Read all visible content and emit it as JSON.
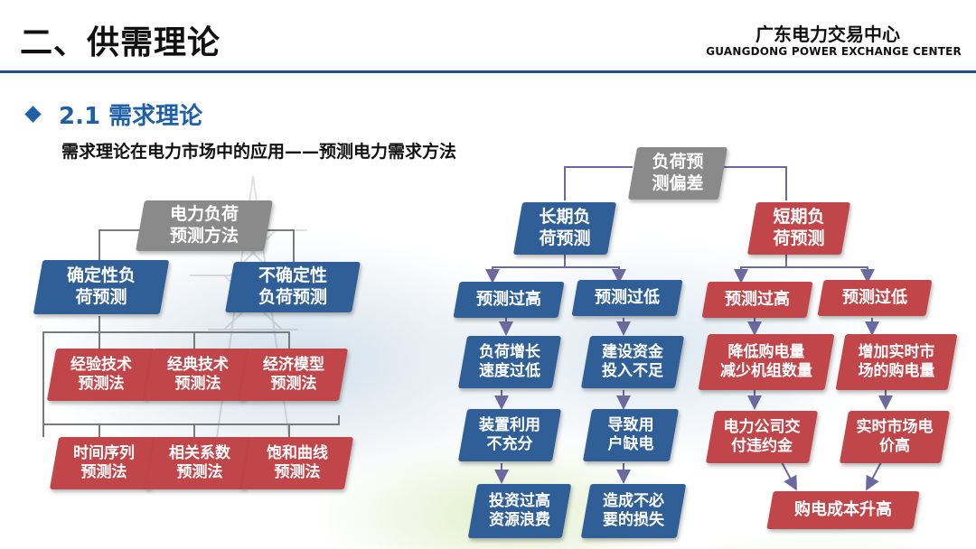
{
  "header": {
    "title": "二、供需理论",
    "org_cn": "广东电力交易中心",
    "org_en": "GUANGDONG POWER EXCHANGE CENTER"
  },
  "section": {
    "heading": "2.1 需求理论",
    "subtitle": "需求理论在电力市场中的应用——预测电力需求方法"
  },
  "left_tree": {
    "root": "电力负荷\n预测方法",
    "branch_a": "确定性负\n荷预测",
    "branch_b": "不确定性\n负荷预测",
    "methods": [
      "经验技术\n预测法",
      "经典技术\n预测法",
      "经济模型\n预测法",
      "时间序列\n预测法",
      "相关系数\n预测法",
      "饱和曲线\n预测法"
    ]
  },
  "right_tree": {
    "root": "负荷预\n测偏差",
    "long_term": "长期负\n荷预测",
    "short_term": "短期负\n荷预测",
    "lt_high": "预测过高",
    "lt_low": "预测过低",
    "st_high": "预测过高",
    "st_low": "预测过低",
    "lt_high_chain": [
      "负荷增长\n速度过低",
      "装置利用\n不充分",
      "投资过高\n资源浪费"
    ],
    "lt_low_chain": [
      "建设资金\n投入不足",
      "导致用\n户缺电",
      "造成不必\n要的损失"
    ],
    "st_high_chain": [
      "降低购电量\n减少机组数量",
      "电力公司交\n付违约金"
    ],
    "st_low_chain": [
      "增加实时市\n场的购电量",
      "实时市场电\n价高"
    ],
    "st_result": "购电成本升高"
  },
  "colors": {
    "accent_blue": "#2f5f96",
    "accent_red": "#c0464a",
    "root_gray": "#8a8a8a",
    "title_blue": "#1f5fa8"
  }
}
